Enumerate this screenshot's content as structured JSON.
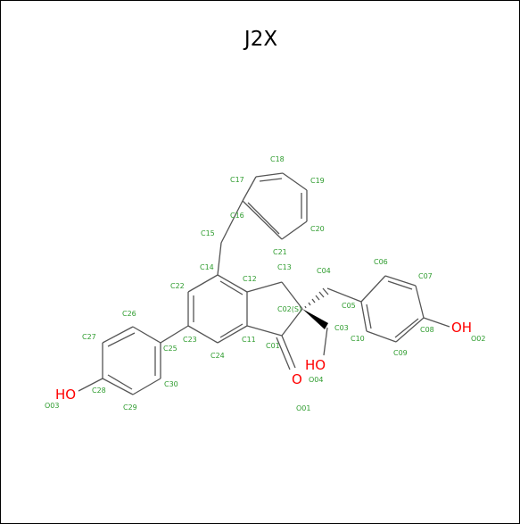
{
  "title": "J2X",
  "colors": {
    "bond": "#555555",
    "atom_label": "#2e9c2e",
    "heteroatom": "#ff0000",
    "border": "#000000"
  },
  "atom_labels": {
    "C01": "C01",
    "C02": "C02(S)",
    "C03": "C03",
    "C04": "C04",
    "C05": "C05",
    "C06": "C06",
    "C07": "C07",
    "C08": "C08",
    "C09": "C09",
    "C10": "C10",
    "C11": "C11",
    "C12": "C12",
    "C13": "C13",
    "C14": "C14",
    "C15": "C15",
    "C16": "C16",
    "C17": "C17",
    "C18": "C18",
    "C19": "C19",
    "C20": "C20",
    "C21": "C21",
    "C22": "C22",
    "C23": "C23",
    "C24": "C24",
    "C25": "C25",
    "C26": "C26",
    "C27": "C27",
    "C28": "C28",
    "C29": "C29",
    "C30": "C30",
    "O01": "O01",
    "O02": "O02",
    "O03": "O03",
    "O04": "O04"
  },
  "heteroatoms": {
    "oh_right": "OH",
    "oh_left": "HO",
    "oh_mid": "HO",
    "carbonyl_o": "O"
  }
}
